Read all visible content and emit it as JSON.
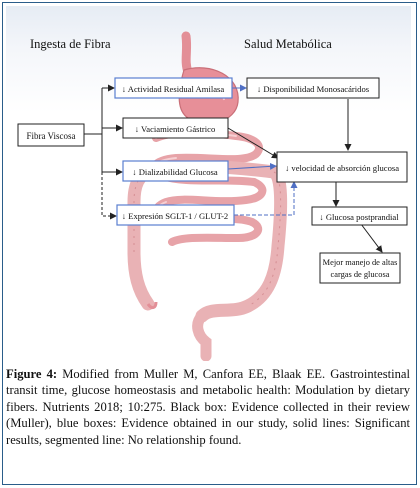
{
  "header": {
    "left_title": "Ingesta de Fibra",
    "right_title": "Salud Metabólica"
  },
  "nodes": {
    "fibra_viscosa": "Fibra Viscosa",
    "actividad_amilasa": "↓ Actividad Residual Amilasa",
    "disponibilidad_monosacaridos": "↓ Disponibilidad Monosacáridos",
    "vaciamiento_gastrico": "↓ Vaciamiento Gástrico",
    "dializabilidad_glucosa": "↓ Dializabilidad Glucosa",
    "velocidad_absorcion": "↓ velocidad de absorción glucosa",
    "expresion_sglt": "↓ Expresión SGLT-1 / GLUT-2",
    "glucosa_postprandial": "↓ Glucosa postprandial",
    "mejor_manejo_line1": "Mejor manejo de altas",
    "mejor_manejo_line2": "cargas de glucosa"
  },
  "caption": {
    "label": "Figure 4:",
    "text": "Modified from Muller M, Canfora EE, Blaak EE. Gastrointestinal transit time, glucose homeostasis and metabolic health: Modulation by dietary fibers. Nutrients 2018; 10:275. Black box: Evidence collected in their review (Muller), blue boxes: Evidence obtained in our study, solid lines: Significant results, segmented line: No relationship found."
  },
  "colors": {
    "blue_box": "#5a7fd0",
    "black_box": "#222222",
    "intestine_pink": "#e7a3a8",
    "stomach_pink": "#e58f97",
    "panel_border": "#2a5d8a"
  }
}
